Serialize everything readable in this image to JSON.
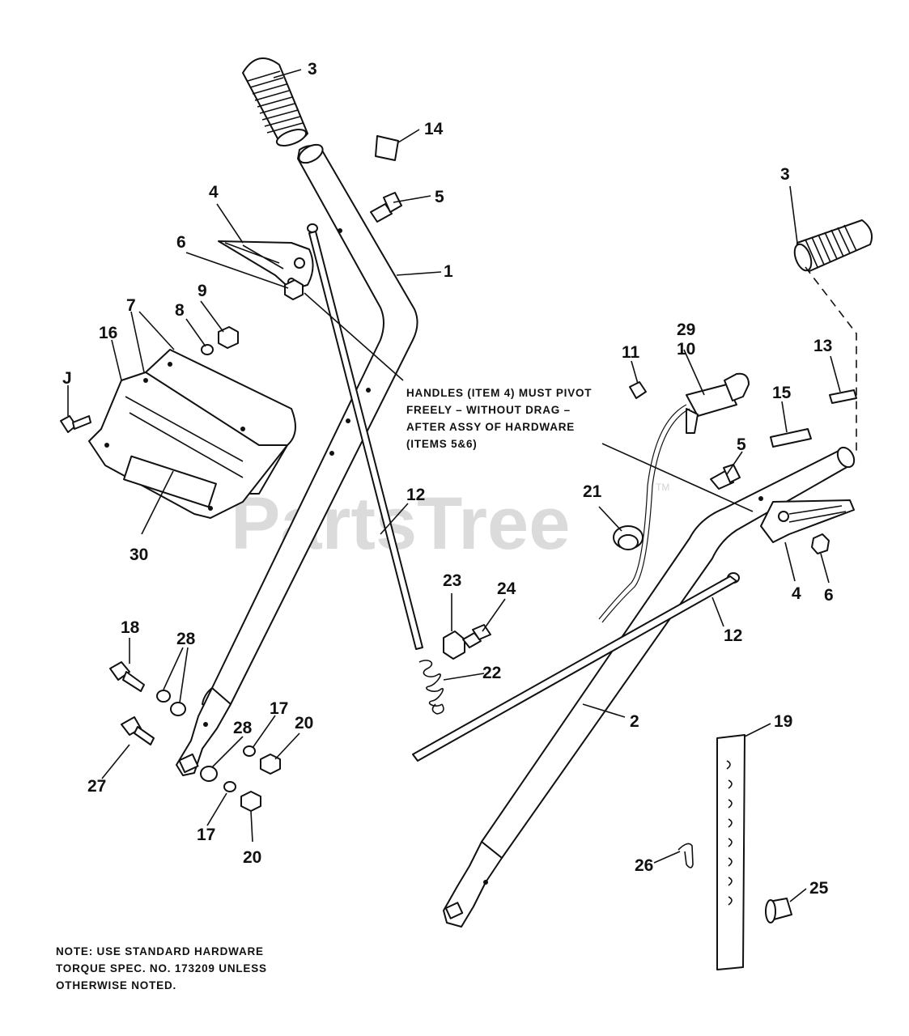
{
  "watermark": {
    "text": "PartsTree",
    "trademark": "TM"
  },
  "callouts": {
    "c1": "1",
    "c2": "2",
    "c3a": "3",
    "c3b": "3",
    "c4a": "4",
    "c4b": "4",
    "c5a": "5",
    "c5b": "5",
    "c6a": "6",
    "c6b": "6",
    "c7": "7",
    "c8": "8",
    "c9": "9",
    "cj": "J",
    "c10": "10",
    "c11": "11",
    "c12a": "12",
    "c12b": "12",
    "c13": "13",
    "c14": "14",
    "c15": "15",
    "c16": "16",
    "c17a": "17",
    "c17b": "17",
    "c18": "18",
    "c19": "19",
    "c20a": "20",
    "c20b": "20",
    "c21": "21",
    "c22": "22",
    "c23": "23",
    "c24": "24",
    "c25": "25",
    "c26": "26",
    "c27": "27",
    "c28a": "28",
    "c28b": "28",
    "c29": "29",
    "c30": "30"
  },
  "handle_note": {
    "line1": "HANDLES (ITEM 4) MUST PIVOT",
    "line2": "FREELY – WITHOUT DRAG –",
    "line3": "AFTER ASSY OF HARDWARE",
    "line4": "(ITEMS 5&6)"
  },
  "footer_note": {
    "line1": "NOTE:  USE STANDARD HARDWARE",
    "line2": "TORQUE SPEC. NO. 173209 UNLESS",
    "line3": "OTHERWISE NOTED."
  }
}
